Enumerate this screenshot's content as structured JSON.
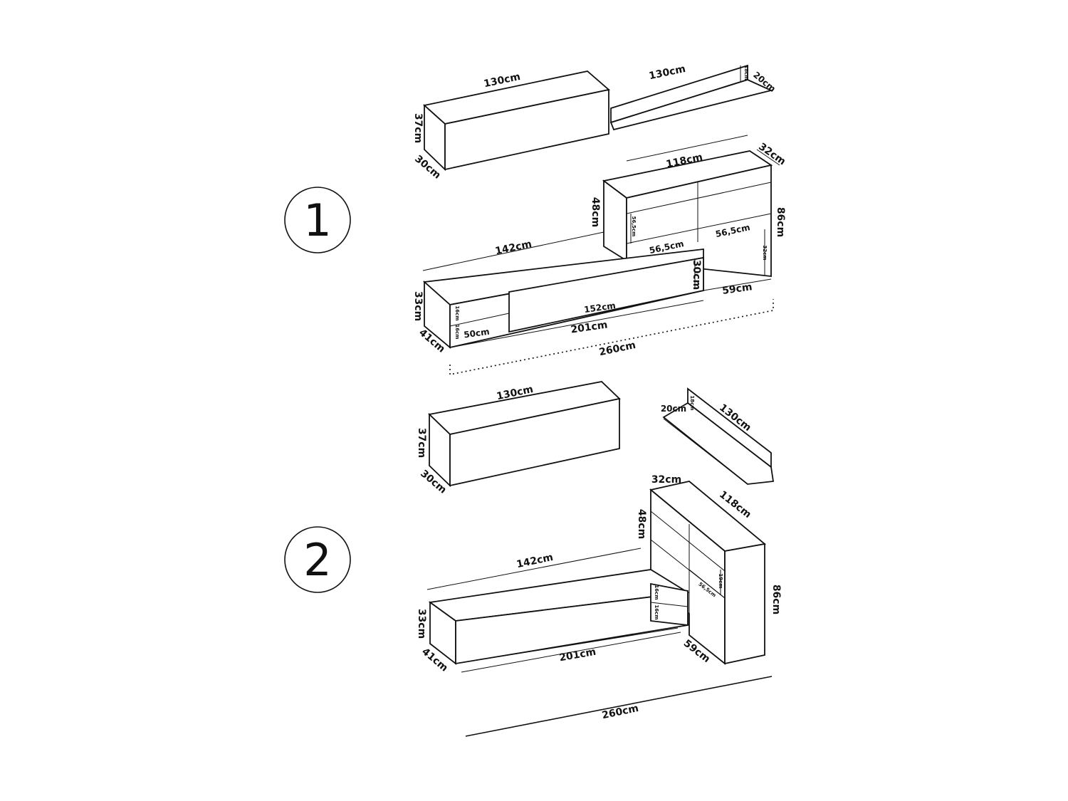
{
  "config1": {
    "number": "1",
    "wall_cabinet": {
      "width": "130cm",
      "height": "37cm",
      "depth": "30cm"
    },
    "shelf": {
      "width": "130cm",
      "height": "18cm",
      "depth": "20cm"
    },
    "tall_unit": {
      "width": "118cm",
      "depth": "32cm",
      "height": "86cm",
      "upper": "48cm",
      "drawer_h": "56,5cm",
      "door_w1": "56,5cm",
      "door_w2": "56,5cm",
      "side": "32cm",
      "base": "59cm"
    },
    "tv_unit": {
      "top": "142cm",
      "height": "33cm",
      "depth": "41cm",
      "door": "152cm",
      "base": "201cm",
      "niche_w": "50cm",
      "niche_h1": "16cm",
      "niche_h2": "16cm",
      "back_h": "30cm"
    },
    "total": "260cm"
  },
  "config2": {
    "number": "2",
    "wall_cabinet": {
      "width": "130cm",
      "height": "37cm",
      "depth": "30cm"
    },
    "shelf": {
      "width": "130cm",
      "height": "18cm",
      "depth": "20cm"
    },
    "tall_unit": {
      "width": "118cm",
      "depth": "32cm",
      "height": "86cm",
      "upper": "48cm",
      "door_w": "56,5cm",
      "drawer_h": "19cm",
      "base": "59cm"
    },
    "tv_unit": {
      "top": "142cm",
      "height": "33cm",
      "depth": "41cm",
      "base": "201cm",
      "niche_h1": "16cm",
      "niche_h2": "16cm"
    },
    "total": "260cm"
  }
}
